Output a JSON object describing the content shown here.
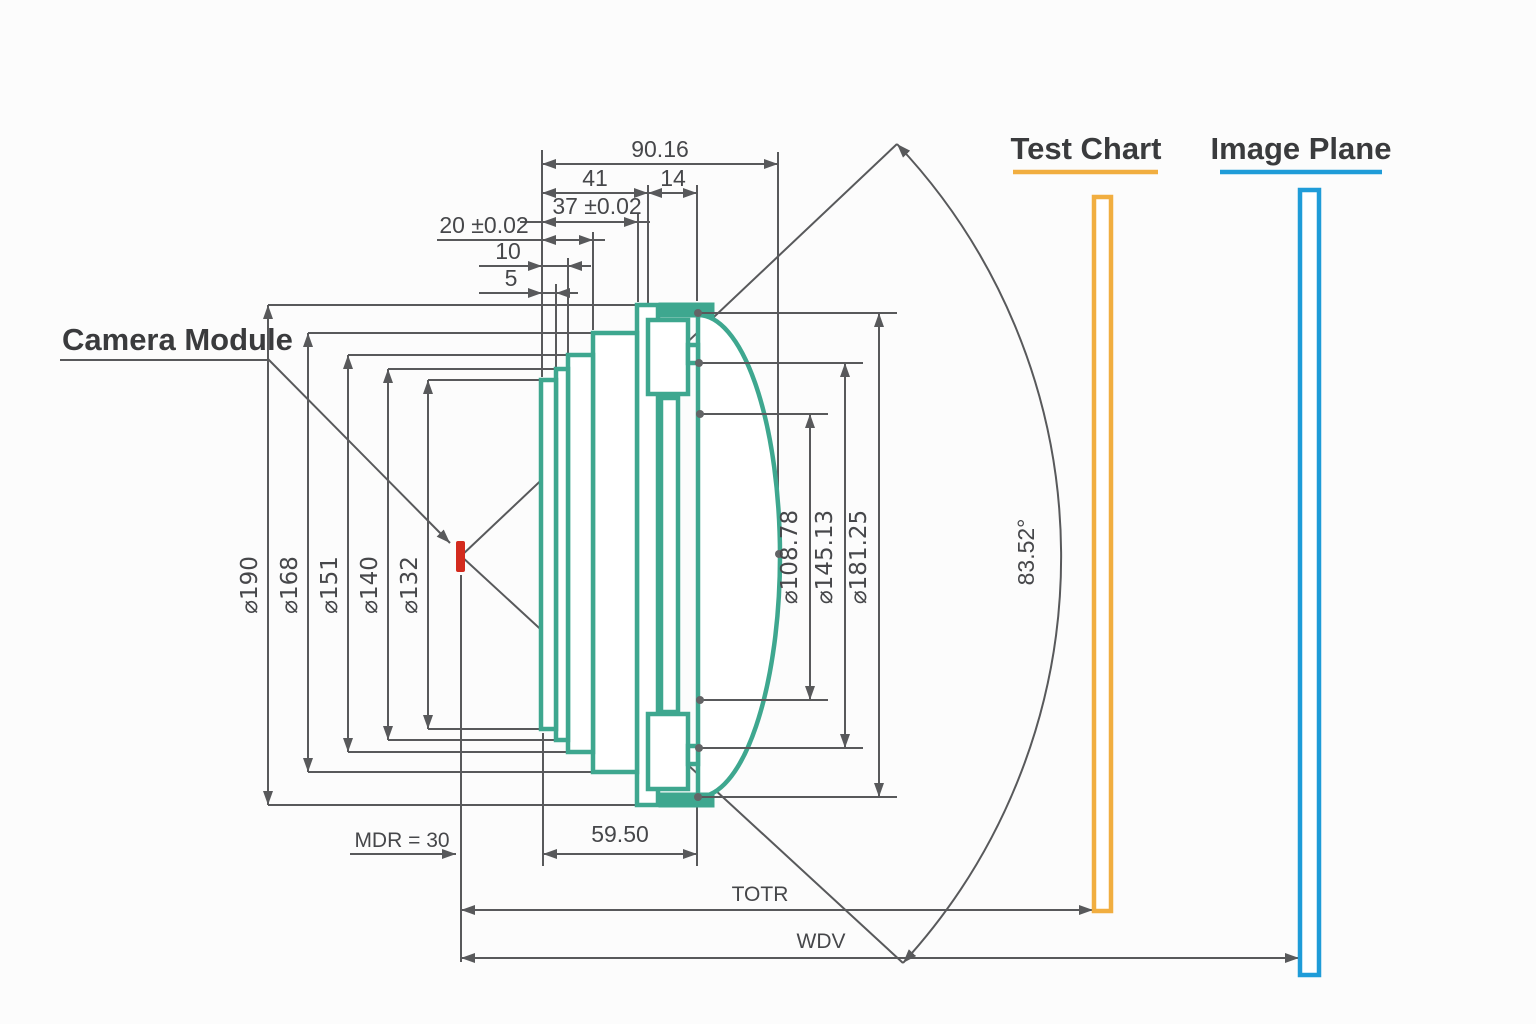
{
  "labels": {
    "camera_module": "Camera Module",
    "test_chart": "Test Chart",
    "image_plane": "Image Plane"
  },
  "dims": {
    "total_length": "90.16",
    "len_41": "41",
    "len_14": "14",
    "len_37": "37 ±0.02",
    "len_20": "20 ±0.02",
    "len_10": "10",
    "len_5": "5",
    "dia_190": "⌀190",
    "dia_168": "⌀168",
    "dia_151": "⌀151",
    "dia_140": "⌀140",
    "dia_132": "⌀132",
    "dia_108": "⌀108.78",
    "dia_145": "⌀145.13",
    "dia_181": "⌀181.25",
    "fov_angle": "83.52°",
    "mdr": "MDR = 30",
    "len_59_50": "59.50",
    "totr": "TOTR",
    "wdv": "WDV"
  },
  "colors": {
    "lens_teal": "#3EA78F",
    "focal_marker_red": "#D32B1E",
    "test_chart_orange": "#F1AE40",
    "image_plane_blue": "#1F9CD8",
    "dimension_gray": "#58595b"
  }
}
